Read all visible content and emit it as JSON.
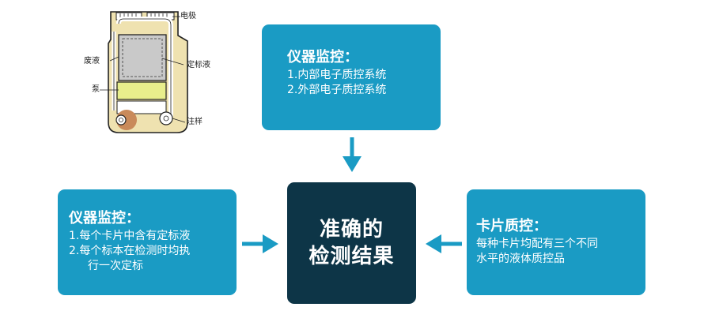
{
  "cartridge": {
    "labels": {
      "electrode": "电极",
      "waste": "废液",
      "calibrant": "定标液",
      "pump": "泵",
      "inject": "注样"
    }
  },
  "top_box": {
    "title": "仪器监控：",
    "lines": [
      "1.内部电子质控系统",
      "2.外部电子质控系统"
    ]
  },
  "left_box": {
    "title": "仪器监控：",
    "lines": [
      "1.每个卡片中含有定标液",
      "2.每个标本在检测时均执",
      "行一次定标"
    ]
  },
  "right_box": {
    "title": "卡片质控：",
    "lines": [
      "每种卡片均配有三个不同",
      "水平的液体质控品"
    ]
  },
  "center_box": {
    "lines": [
      "准确的",
      "检测结果"
    ]
  },
  "colors": {
    "box_blue": "#1a9bc4",
    "center_dark": "#0d3547",
    "arrow_blue": "#1a9bc4"
  }
}
